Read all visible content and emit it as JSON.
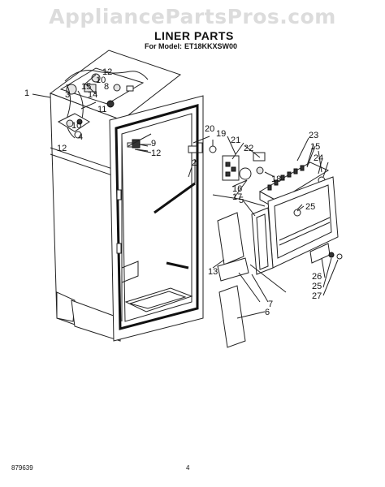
{
  "watermark": "AppliancePartsPros.com",
  "title": "LINER PARTS",
  "model_label": "For Model:",
  "model": "ET18KKXSW00",
  "diagram_code": "879639",
  "page_number": "4",
  "callouts": {
    "c1": "1",
    "c12a": "12",
    "c10a": "10",
    "c15a": "15",
    "c8": "8",
    "c3": "3",
    "c14": "14",
    "c11": "11",
    "c4": "4",
    "c12b": "12",
    "c10b": "10",
    "c9": "9",
    "c12c": "12",
    "c20": "20",
    "c19": "19",
    "c21": "21",
    "c22": "22",
    "c18": "18",
    "c16": "16",
    "c17": "17",
    "c2": "2",
    "c23": "23",
    "c15b": "15",
    "c24": "24",
    "c25a": "25",
    "c5": "5",
    "c13": "13",
    "c26": "26",
    "c25b": "25",
    "c27": "27",
    "c7": "7",
    "c6": "6"
  }
}
